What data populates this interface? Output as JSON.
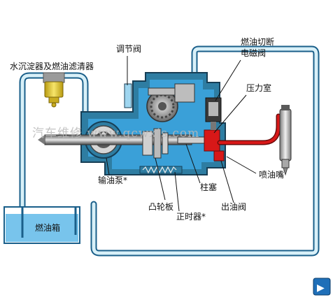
{
  "labels": {
    "water_filter": "水沉淀器及燃油滤清器",
    "regulator_valve": "调节阀",
    "fuel_cutoff_valve": "燃油切断电磁阀",
    "pressure_chamber": "压力室",
    "injector": "喷油嘴",
    "delivery_valve": "出油阀",
    "plunger": "柱塞",
    "timer": "正时器*",
    "cam_plate": "凸轮板",
    "feed_pump": "输油泵*",
    "fuel_tank": "燃油箱"
  },
  "watermark": "汽车维修 www.qcwxjs.com",
  "colors": {
    "pipe_outline": "#1a5f8a",
    "pipe_fill": "#d8f0f8",
    "pump_body": "#2e7da2",
    "fuel_blue": "#3aa0d8",
    "high_pressure": "#d81818",
    "filter_yellow": "#e8cc2a",
    "tank_water": "#78c4ec"
  },
  "nav": {
    "next_label": "▶"
  }
}
